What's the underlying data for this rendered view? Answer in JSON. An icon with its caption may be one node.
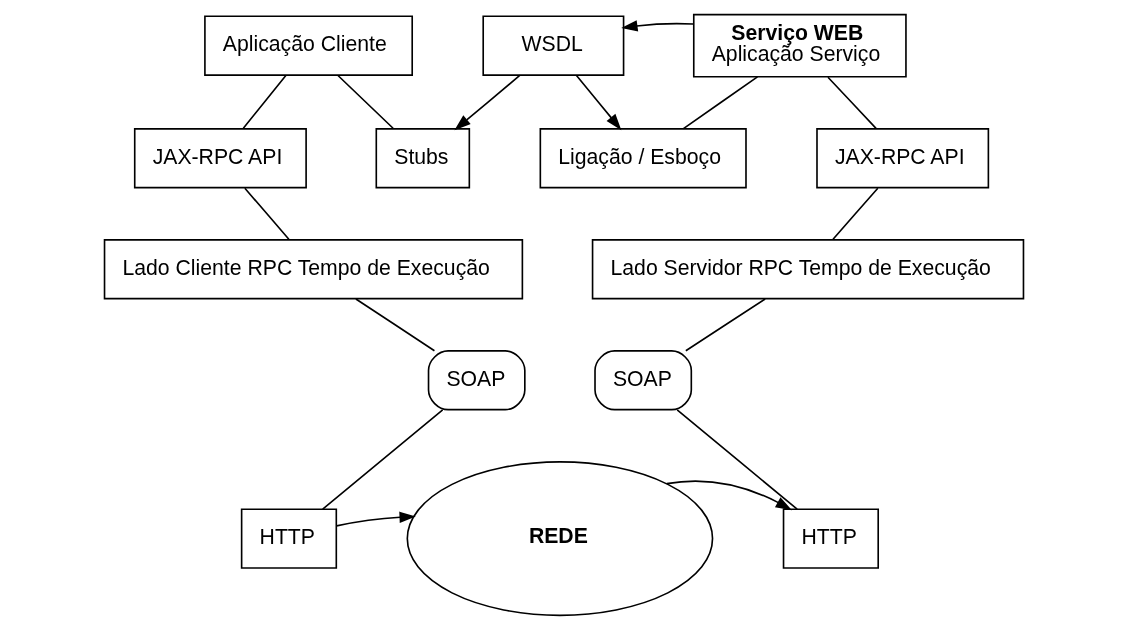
{
  "diagram": {
    "nodes": [
      {
        "text": [
          "WSDL"
        ]
      },
      {
        "text": [
          "Aplicação Cliente"
        ]
      },
      {
        "text": [
          "Serviço WEB",
          "Aplicação Serviço"
        ]
      },
      {
        "text": [
          "Stubs"
        ]
      },
      {
        "text": [
          "Ligação / Esboço"
        ]
      },
      {
        "text": [
          "JAX-RPC API"
        ]
      },
      {
        "text": [
          "JAX-RPC API"
        ]
      },
      {
        "text": [
          "Lado Cliente RPC Tempo de Execução"
        ]
      },
      {
        "text": [
          "Lado Servidor RPC Tempo de Execução"
        ]
      },
      {
        "text": [
          "SOAP"
        ]
      },
      {
        "text": [
          "SOAP"
        ]
      },
      {
        "text": [
          "HTTP"
        ]
      },
      {
        "text": [
          "REDE"
        ]
      },
      {
        "text": [
          "HTTP"
        ]
      }
    ],
    "edges": [
      {
        "from": 2,
        "to": 0,
        "arrow": "to"
      },
      {
        "from": 0,
        "to": 3,
        "arrow": "to"
      },
      {
        "from": 0,
        "to": 4,
        "arrow": "to"
      },
      {
        "from": 1,
        "to": 3,
        "arrow": "none"
      },
      {
        "from": 1,
        "to": 5,
        "arrow": "none"
      },
      {
        "from": 2,
        "to": 4,
        "arrow": "none"
      },
      {
        "from": 2,
        "to": 6,
        "arrow": "none"
      },
      {
        "from": 5,
        "to": 7,
        "arrow": "none"
      },
      {
        "from": 6,
        "to": 8,
        "arrow": "none"
      },
      {
        "from": 7,
        "to": 9,
        "arrow": "none"
      },
      {
        "from": 8,
        "to": 10,
        "arrow": "none"
      },
      {
        "from": 9,
        "to": 11,
        "arrow": "none"
      },
      {
        "from": 10,
        "to": 13,
        "arrow": "none"
      },
      {
        "from": 11,
        "to": 12,
        "arrow": "to"
      },
      {
        "from": 12,
        "to": 13,
        "arrow": "to"
      }
    ]
  }
}
